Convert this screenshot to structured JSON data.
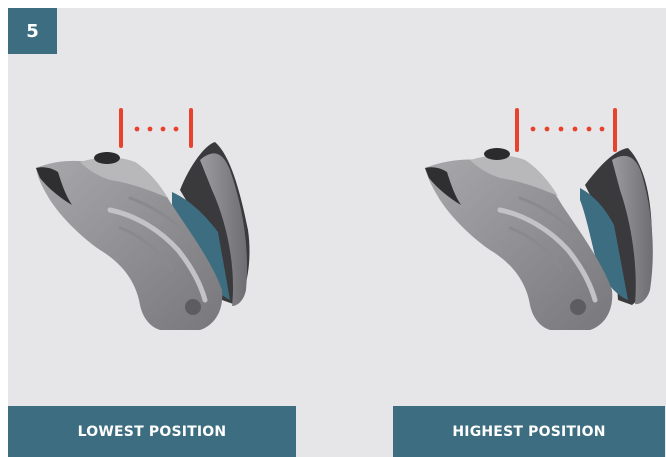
{
  "step": {
    "number": "5"
  },
  "labels": {
    "lowest": "LOWEST POSITION",
    "highest": "HIGHEST POSITION"
  },
  "colors": {
    "background": "#e6e6e9",
    "accent_blue": "#3d6d80",
    "measure_red": "#e8412c",
    "label_text": "#ffffff"
  },
  "icons": {
    "left_illustration": "stirrup-lowest-position",
    "right_illustration": "stirrup-highest-position",
    "measure_indicator": "red-dotted-distance-marker"
  }
}
